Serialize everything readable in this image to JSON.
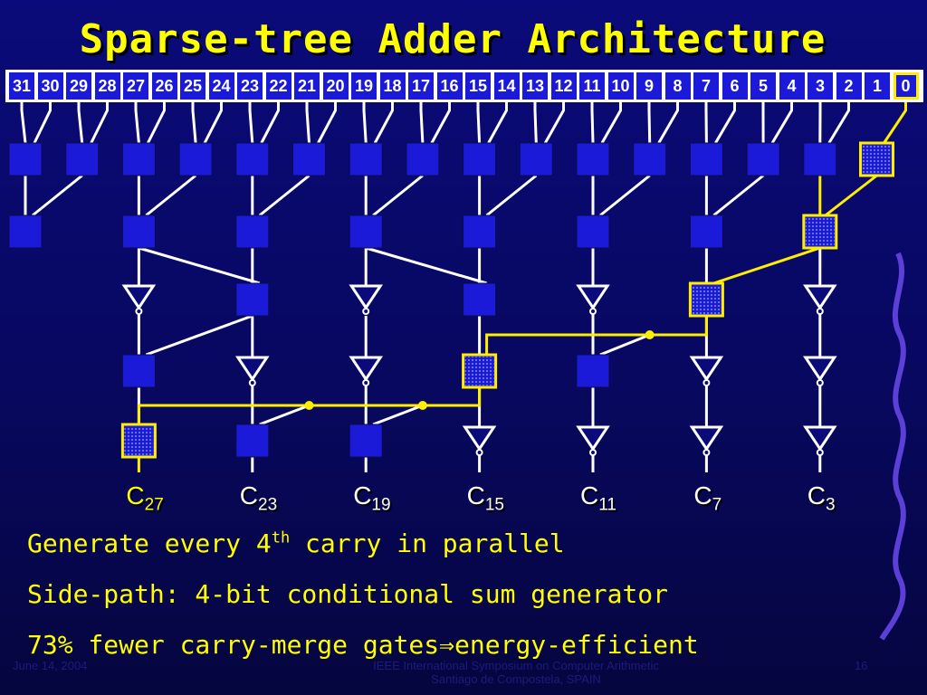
{
  "title": "Sparse-tree Adder Architecture",
  "bits": [
    "31",
    "30",
    "29",
    "28",
    "27",
    "26",
    "25",
    "24",
    "23",
    "22",
    "21",
    "20",
    "19",
    "18",
    "17",
    "16",
    "15",
    "14",
    "13",
    "12",
    "11",
    "10",
    "9",
    "8",
    "7",
    "6",
    "5",
    "4",
    "3",
    "2",
    "1",
    "0"
  ],
  "highlight_bit": "0",
  "carries": [
    {
      "base": "C",
      "sub": "27",
      "highlighted": true
    },
    {
      "base": "C",
      "sub": "23",
      "highlighted": false
    },
    {
      "base": "C",
      "sub": "19",
      "highlighted": false
    },
    {
      "base": "C",
      "sub": "15",
      "highlighted": false
    },
    {
      "base": "C",
      "sub": "11",
      "highlighted": false
    },
    {
      "base": "C",
      "sub": "7",
      "highlighted": false
    },
    {
      "base": "C",
      "sub": "3",
      "highlighted": false
    }
  ],
  "bullets": {
    "line1_pre": "Generate every 4",
    "line1_sup": "th",
    "line1_post": " carry in parallel",
    "line2": "Side-path: 4-bit conditional sum generator",
    "line3_pre": "73% fewer carry-merge gates",
    "line3_arrow": "⇒",
    "line3_post": "energy-efficient"
  },
  "footer": {
    "date": "June 14, 2004",
    "conference_line1": "IEEE International Symposium on Computer Arithmetic",
    "conference_line2": "Santiago de Compostela, SPAIN",
    "page": "16"
  },
  "colors": {
    "background": "#0a0a7a",
    "title": "#ffff00",
    "node": "#1a1ad8",
    "critical_path": "#ffee00",
    "wire": "#ffffff"
  }
}
